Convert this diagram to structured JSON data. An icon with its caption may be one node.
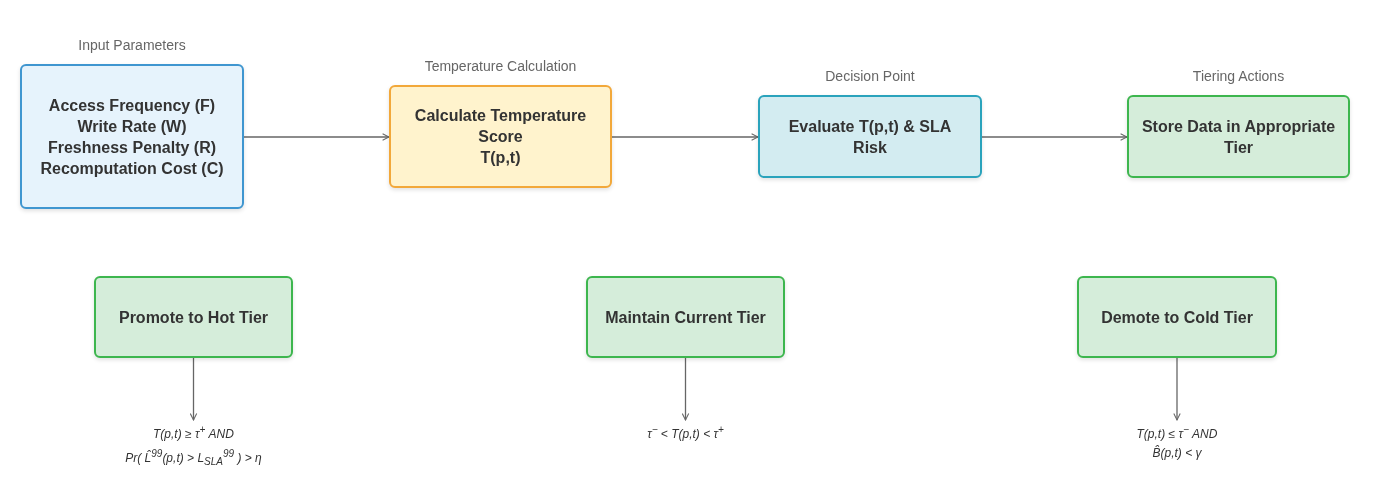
{
  "diagram": {
    "nodes": [
      {
        "text": [
          "Input Parameters",
          "Access Frequency (F)",
          "Write Rate (W)",
          "Freshness Penalty (R)",
          "Recomputation Cost (C)"
        ]
      },
      {
        "text": [
          "Temperature Calculation",
          "Calculate Temperature Score",
          "T(p,t)"
        ]
      },
      {
        "text": [
          "Decision Point",
          "Evaluate T(p,t) & SLA Risk"
        ]
      },
      {
        "text": [
          "Tiering Actions",
          "Store Data in Appropriate Tier"
        ]
      },
      {
        "text": [
          "Promote to Hot Tier"
        ]
      },
      {
        "text": [
          "Maintain Current Tier"
        ]
      },
      {
        "text": [
          "Demote to Cold Tier"
        ]
      },
      {
        "text": [
          "T(p,t) ≥ τ$^{+}$ AND",
          "Pr( L̂$^{99}$(p,t) > L$_{SLA}$$^{99}$ ) > η"
        ]
      },
      {
        "text": [
          "τ$^{−}$ < T(p,t) < τ$^{+}$"
        ]
      },
      {
        "text": [
          "T(p,t) ≤ τ$^{−}$ AND",
          "B̂(p,t) < γ"
        ]
      }
    ],
    "edges": [
      {
        "from": 0,
        "to": 1,
        "arrow": "to"
      },
      {
        "from": 1,
        "to": 2,
        "arrow": "to"
      },
      {
        "from": 2,
        "to": 3,
        "arrow": "to"
      },
      {
        "from": 4,
        "to": 7,
        "arrow": "to"
      },
      {
        "from": 5,
        "to": 8,
        "arrow": "to"
      },
      {
        "from": 6,
        "to": 9,
        "arrow": "to"
      }
    ]
  }
}
